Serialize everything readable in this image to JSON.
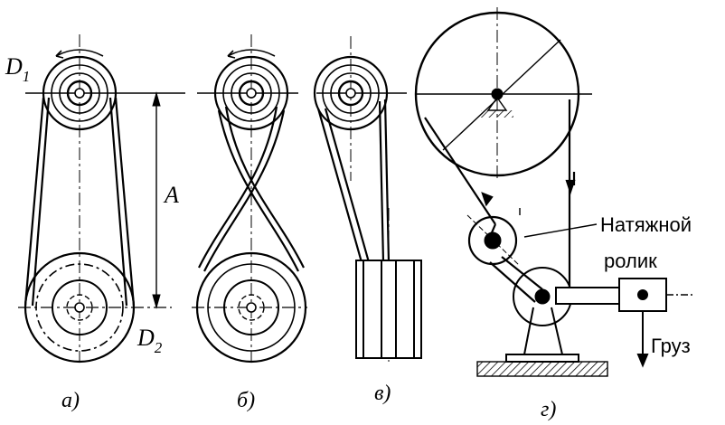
{
  "labels": {
    "D1_main": "D",
    "D1_sub": "1",
    "D2_main": "D",
    "D2_sub": "2",
    "A": "A",
    "tension_line1": "Натяжной",
    "tension_line2": "ролик",
    "load": "Груз"
  },
  "captions": {
    "a": "а)",
    "b": "б)",
    "v": "в)",
    "g": "г)"
  }
}
